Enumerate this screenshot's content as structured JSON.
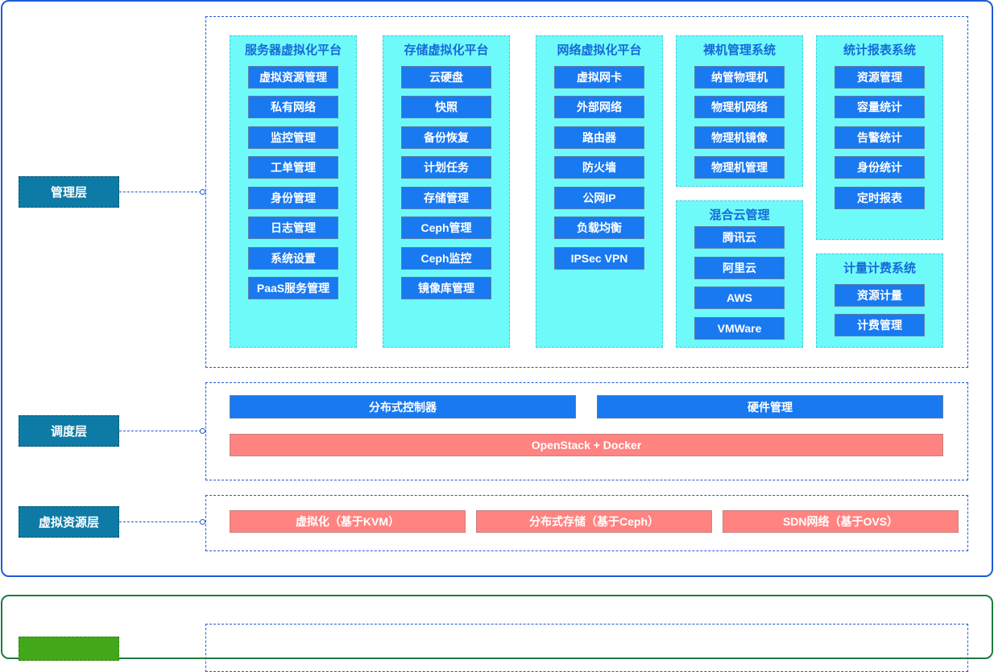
{
  "layers": {
    "management": "管理层",
    "scheduling": "调度层",
    "virtual_resource": "虚拟资源层",
    "next": ""
  },
  "modules": [
    {
      "title": "服务器虚拟化平台",
      "items": [
        "虚拟资源管理",
        "私有网络",
        "监控管理",
        "工单管理",
        "身份管理",
        "日志管理",
        "系统设置",
        "PaaS服务管理"
      ]
    },
    {
      "title": "存储虚拟化平台",
      "items": [
        "云硬盘",
        "快照",
        "备份恢复",
        "计划任务",
        "存储管理",
        "Ceph管理",
        "Ceph监控",
        "镜像库管理"
      ]
    },
    {
      "title": "网络虚拟化平台",
      "items": [
        "虚拟网卡",
        "外部网络",
        "路由器",
        "防火墙",
        "公网IP",
        "负载均衡",
        "IPSec VPN"
      ]
    },
    {
      "title": "裸机管理系统",
      "items": [
        "纳管物理机",
        "物理机网络",
        "物理机镜像",
        "物理机管理"
      ]
    },
    {
      "title": "统计报表系统",
      "items": [
        "资源管理",
        "容量统计",
        "告警统计",
        "身份统计",
        "定时报表"
      ]
    },
    {
      "title": "混合云管理",
      "items": [
        "腾讯云",
        "阿里云",
        "AWS",
        "VMWare"
      ]
    },
    {
      "title": "计量计费系统",
      "items": [
        "资源计量",
        "计费管理"
      ]
    }
  ],
  "scheduling": {
    "distributed_controller": "分布式控制器",
    "hardware_management": "硬件管理",
    "openstack_docker": "OpenStack + Docker"
  },
  "virtual_resource": {
    "virtualization": "虚拟化（基于KVM）",
    "distributed_storage": "分布式存储（基于Ceph）",
    "sdn_network": "SDN网络（基于OVS）"
  },
  "colors": {
    "frame_blue": "#1f5bd8",
    "frame_green": "#1e7a3f",
    "layer_label": "#0e7ba6",
    "module_bg": "#6ffafa",
    "item_blue": "#1979f0",
    "bar_red": "#ff8380",
    "label_green": "#43a819"
  }
}
